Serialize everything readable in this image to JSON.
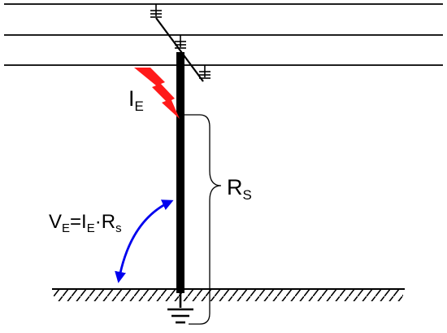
{
  "labels": {
    "current_main": "I",
    "current_sub": "E",
    "resistance_main": "R",
    "resistance_sub": "S",
    "formula": {
      "v": "V",
      "v_sub": "E",
      "eq_i": "=I",
      "i_sub": "E",
      "dot_r": "·R",
      "r_sub": "s"
    }
  },
  "colors": {
    "fault_bolt": "#ff1a1a",
    "voltage_arrow": "#0000ee",
    "lines": "#000000"
  },
  "icons": {
    "fault": "lightning-bolt-icon",
    "earth": "ground-symbol-icon",
    "insulator": "insulator-icon",
    "voltage": "curved-double-arrow-icon"
  }
}
